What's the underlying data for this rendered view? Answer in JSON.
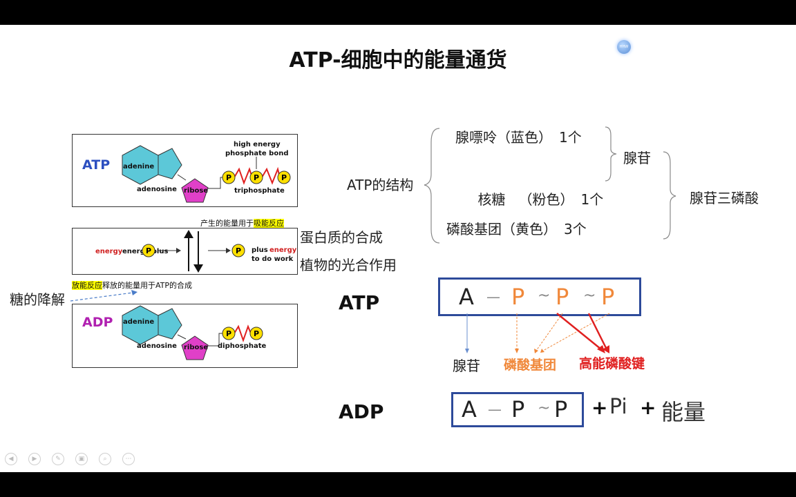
{
  "slide": {
    "title": "ATP-细胞中的能量通货",
    "logo_text": "HHW"
  },
  "diagram": {
    "atp_label": "ATP",
    "adp_label": "ADP",
    "adenine": "adenine",
    "adenosine": "adenosine",
    "ribose": "ribose",
    "high_energy_bond": [
      "high energy",
      "phosphate bond"
    ],
    "triphosphate": "triphosphate",
    "diphosphate": "diphosphate",
    "phosphate_symbol": "P",
    "energy_plus": "energy plus",
    "plus_energy": [
      "plus",
      "energy",
      "to do work"
    ],
    "caption_top_prefix": "产生的能量用于",
    "caption_top_highlight": "吸能反应",
    "caption_bottom_highlight": "放能反应",
    "caption_bottom_suffix": "释放的能量用于ATP的合成",
    "sugar_breakdown": "糖的降解",
    "uses": [
      "蛋白质的合成",
      "植物的光合作用"
    ]
  },
  "structure": {
    "root": "ATP的结构",
    "items": [
      {
        "name": "腺嘌呤（蓝色）",
        "count": "1个"
      },
      {
        "name": "核糖   （粉色）",
        "count": "1个"
      },
      {
        "name": "磷酸基团（黄色）",
        "count": "3个"
      }
    ],
    "adenosine": "腺苷",
    "atp_full": "腺苷三磷酸"
  },
  "formula": {
    "atp_label": "ATP",
    "adp_label": "ADP",
    "A": "A",
    "P": "P",
    "dash": "—",
    "tilde": "~",
    "labels": {
      "adenosine": "腺苷",
      "phosphate_group": "磷酸基团",
      "high_energy_bond": "高能磷酸键"
    },
    "adp_suffix": {
      "plus": "+",
      "pi": "Pi",
      "energy": "能量"
    }
  },
  "controls": [
    "previous-icon",
    "next-icon",
    "pen-icon",
    "screen-icon",
    "zoom-icon",
    "more-icon"
  ],
  "colors": {
    "adenine": "#5cc8d8",
    "ribose": "#e040c8",
    "phosphate": "#ffe000",
    "box_border": "#2d4a9a",
    "orange": "#f0883a",
    "red": "#e02020",
    "highlight": "#ffff00"
  }
}
